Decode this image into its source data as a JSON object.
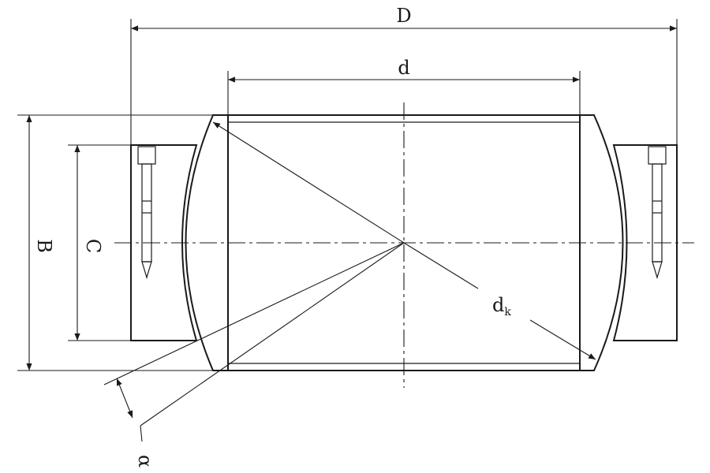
{
  "labels": {
    "outer_diameter": "D",
    "bore_diameter": "d",
    "sphere_diameter_main": "d",
    "sphere_diameter_sub": "k",
    "inner_width": "B",
    "outer_width": "C",
    "tilt_angle": "α"
  },
  "colors": {
    "ring_fill": "#1aa6a8",
    "line": "#1a1a1a"
  }
}
